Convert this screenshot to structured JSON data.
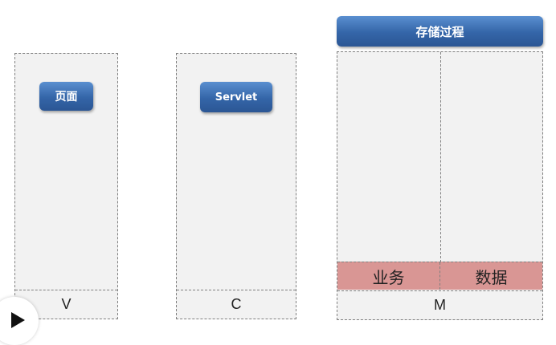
{
  "columns": {
    "v": {
      "footer": "V",
      "button_label": "页面"
    },
    "c": {
      "footer": "C",
      "button_label": "Servlet"
    },
    "m": {
      "footer": "M",
      "header_label": "存储过程",
      "cells": [
        "业务",
        "数据"
      ]
    }
  },
  "colors": {
    "button_blue": "#3465a8",
    "panel_bg": "#f2f2f2",
    "highlight_red": "#d99694"
  },
  "icons": {
    "player": "play-icon"
  }
}
